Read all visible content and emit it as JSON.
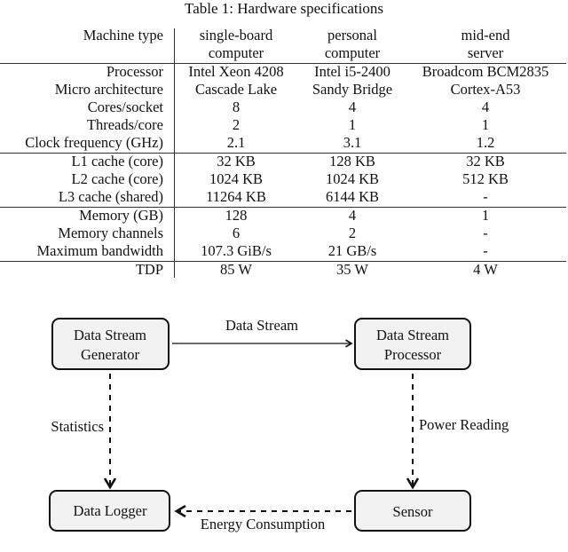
{
  "table": {
    "caption": "Table 1: Hardware specifications",
    "header": {
      "label": "Machine type",
      "columns": [
        [
          "single-board",
          "computer"
        ],
        [
          "personal",
          "computer"
        ],
        [
          "mid-end",
          "server"
        ]
      ]
    },
    "groups": [
      [
        {
          "label": "Processor",
          "values": [
            "Intel Xeon 4208",
            "Intel i5-2400",
            "Broadcom BCM2835"
          ]
        },
        {
          "label": "Micro architecture",
          "values": [
            "Cascade Lake",
            "Sandy Bridge",
            "Cortex-A53"
          ]
        },
        {
          "label": "Cores/socket",
          "values": [
            "8",
            "4",
            "4"
          ]
        },
        {
          "label": "Threads/core",
          "values": [
            "2",
            "1",
            "1"
          ]
        },
        {
          "label": "Clock frequency (GHz)",
          "values": [
            "2.1",
            "3.1",
            "1.2"
          ]
        }
      ],
      [
        {
          "label": "L1 cache (core)",
          "values": [
            "32 KB",
            "128 KB",
            "32 KB"
          ]
        },
        {
          "label": "L2 cache (core)",
          "values": [
            "1024 KB",
            "1024 KB",
            "512 KB"
          ]
        },
        {
          "label": "L3 cache (shared)",
          "values": [
            "11264 KB",
            "6144 KB",
            "-"
          ]
        }
      ],
      [
        {
          "label": "Memory (GB)",
          "values": [
            "128",
            "4",
            "1"
          ]
        },
        {
          "label": "Memory channels",
          "values": [
            "6",
            "2",
            "-"
          ]
        },
        {
          "label": "Maximum bandwidth",
          "values": [
            "107.3 GiB/s",
            "21 GB/s",
            "-"
          ]
        }
      ],
      [
        {
          "label": "TDP",
          "values": [
            "85 W",
            "35 W",
            "4 W"
          ]
        }
      ]
    ]
  },
  "diagram": {
    "nodes": {
      "generator": [
        "Data Stream",
        "Generator"
      ],
      "processor": [
        "Data Stream",
        "Processor"
      ],
      "logger": [
        "Data Logger"
      ],
      "sensor": [
        "Sensor"
      ]
    },
    "edges": {
      "data_stream": "Data Stream",
      "statistics": "Statistics",
      "power_reading": "Power Reading",
      "energy_consumption": "Energy Consumption"
    }
  }
}
